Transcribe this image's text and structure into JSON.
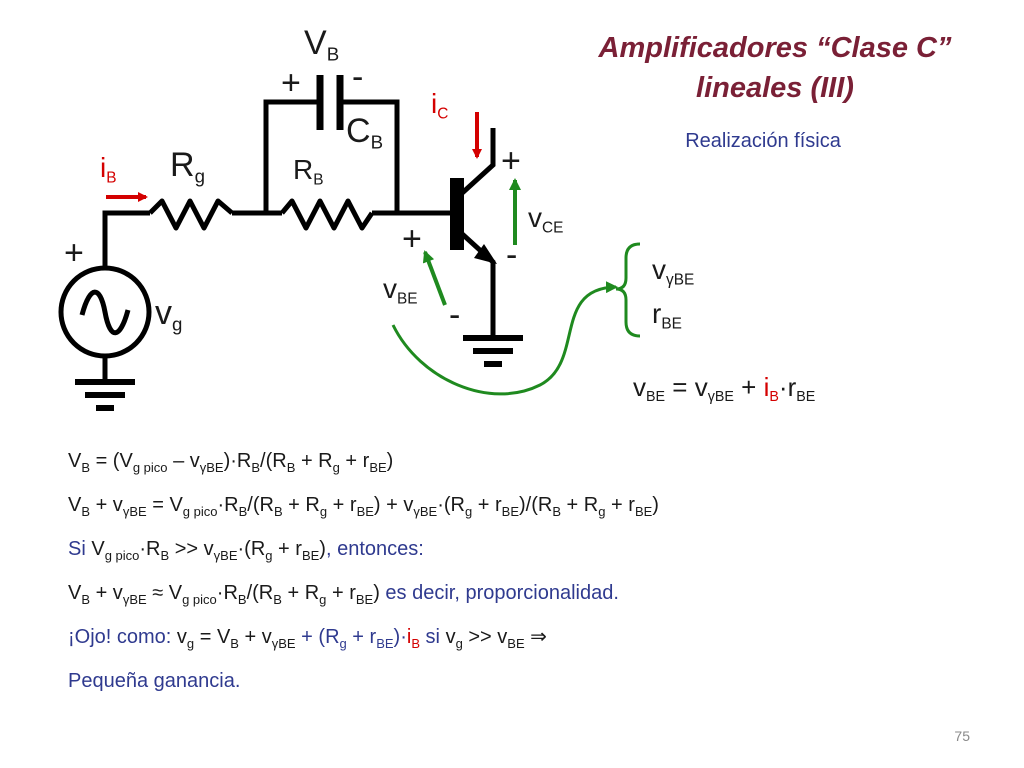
{
  "slide": {
    "title_line1": "Amplificadores “Clase C”",
    "title_line2": "lineales (III)",
    "subtitle": "Realización física",
    "page_number": "75"
  },
  "circuit": {
    "VB": {
      "main": "V",
      "sub": "B"
    },
    "CB": {
      "main": "C",
      "sub": "B"
    },
    "RB": {
      "main": "R",
      "sub": "B"
    },
    "Rg": {
      "main": "R",
      "sub": "g"
    },
    "iB": {
      "main": "i",
      "sub": "B"
    },
    "iC": {
      "main": "i",
      "sub": "C"
    },
    "vCE": {
      "main": "v",
      "sub": "CE"
    },
    "vBE": {
      "main": "v",
      "sub": "BE"
    },
    "vg": {
      "main": "v",
      "sub": "g"
    },
    "cap_plus": "+",
    "cap_minus": "-",
    "vce_plus": "+",
    "vce_minus": "-",
    "vbe_plus": "+",
    "vbe_minus": "-",
    "src_plus": "+",
    "diode_model": {
      "vgammaBE": {
        "main": "v",
        "sub": "γBE"
      },
      "rBE": {
        "main": "r",
        "sub": "BE"
      }
    },
    "vbe_equation": {
      "v1": "v",
      "s1": "BE",
      "eq": " = v",
      "s2": "γBE",
      "plus": " + ",
      "i": "i",
      "s3": "B",
      "dot": "·r",
      "s4": "BE"
    }
  },
  "equations": {
    "eq1": {
      "t1": "V",
      "s1": "B",
      "t2": " = (V",
      "s2": "g pico",
      "t3": " – v",
      "s3": "γBE",
      "t4": ")·R",
      "s4": "B",
      "t5": "/(R",
      "s5": "B",
      "t6": " + R",
      "s6": "g",
      "t7": " + r",
      "s7": "BE",
      "t8": ")"
    },
    "eq2": {
      "t1": "V",
      "s1": "B",
      "t2": " + v",
      "s2": "γBE",
      "t3": " = V",
      "s3": "g pico",
      "t4": "·R",
      "s4": "B",
      "t5": "/(R",
      "s5": "B",
      "t6": " + R",
      "s6": "g",
      "t7": " + r",
      "s7": "BE",
      "t8": ") + v",
      "s8": "γBE",
      "t9": "·(R",
      "s9": "g",
      "t10": " + r",
      "s10": "BE",
      "t11": ")/(R",
      "s11": "B",
      "t12": " + R",
      "s12": "g",
      "t13": " + r",
      "s13": "BE",
      "t14": ")"
    },
    "eq3": {
      "t0": "Si ",
      "t1": "V",
      "s1": "g pico",
      "t2": "·R",
      "s2": "B",
      "t3": " >> v",
      "s3": "γBE",
      "t4": "·(R",
      "s4": "g",
      "t5": " + r",
      "s5": "BE",
      "t6": ")",
      "t7": ", entonces:"
    },
    "eq4": {
      "t1": "V",
      "s1": "B",
      "t2": " + v",
      "s2": "γBE",
      "t3": " ≈ V",
      "s3": "g pico",
      "t4": "·R",
      "s4": "B",
      "t5": "/(R",
      "s5": "B",
      "t6": " + R",
      "s6": "g",
      "t7": " + r",
      "s7": "BE",
      "t8": ")",
      "t9": " es decir, proporcionalidad."
    },
    "eq5": {
      "t0": "¡Ojo! como: ",
      "t1": "v",
      "s1": "g",
      "t2": " = V",
      "s2": "B",
      "t3": " + v",
      "s3": "γBE",
      "t4": " + (R",
      "s4": "g",
      "t5": " + r",
      "s5": "BE",
      "t6": ")·",
      "t7": "i",
      "s7": "B",
      "t8": "  si ",
      "t9": "v",
      "s9": "g",
      "t10": " >> v",
      "s10": "BE",
      "t11": "  ⇒"
    },
    "eq6": "Pequeña ganancia."
  },
  "colors": {
    "title": "#7a2036",
    "text_blue": "#2f3a8f",
    "current_red": "#d40000",
    "voltage_green": "#1f8a1f",
    "wire_black": "#000000"
  }
}
